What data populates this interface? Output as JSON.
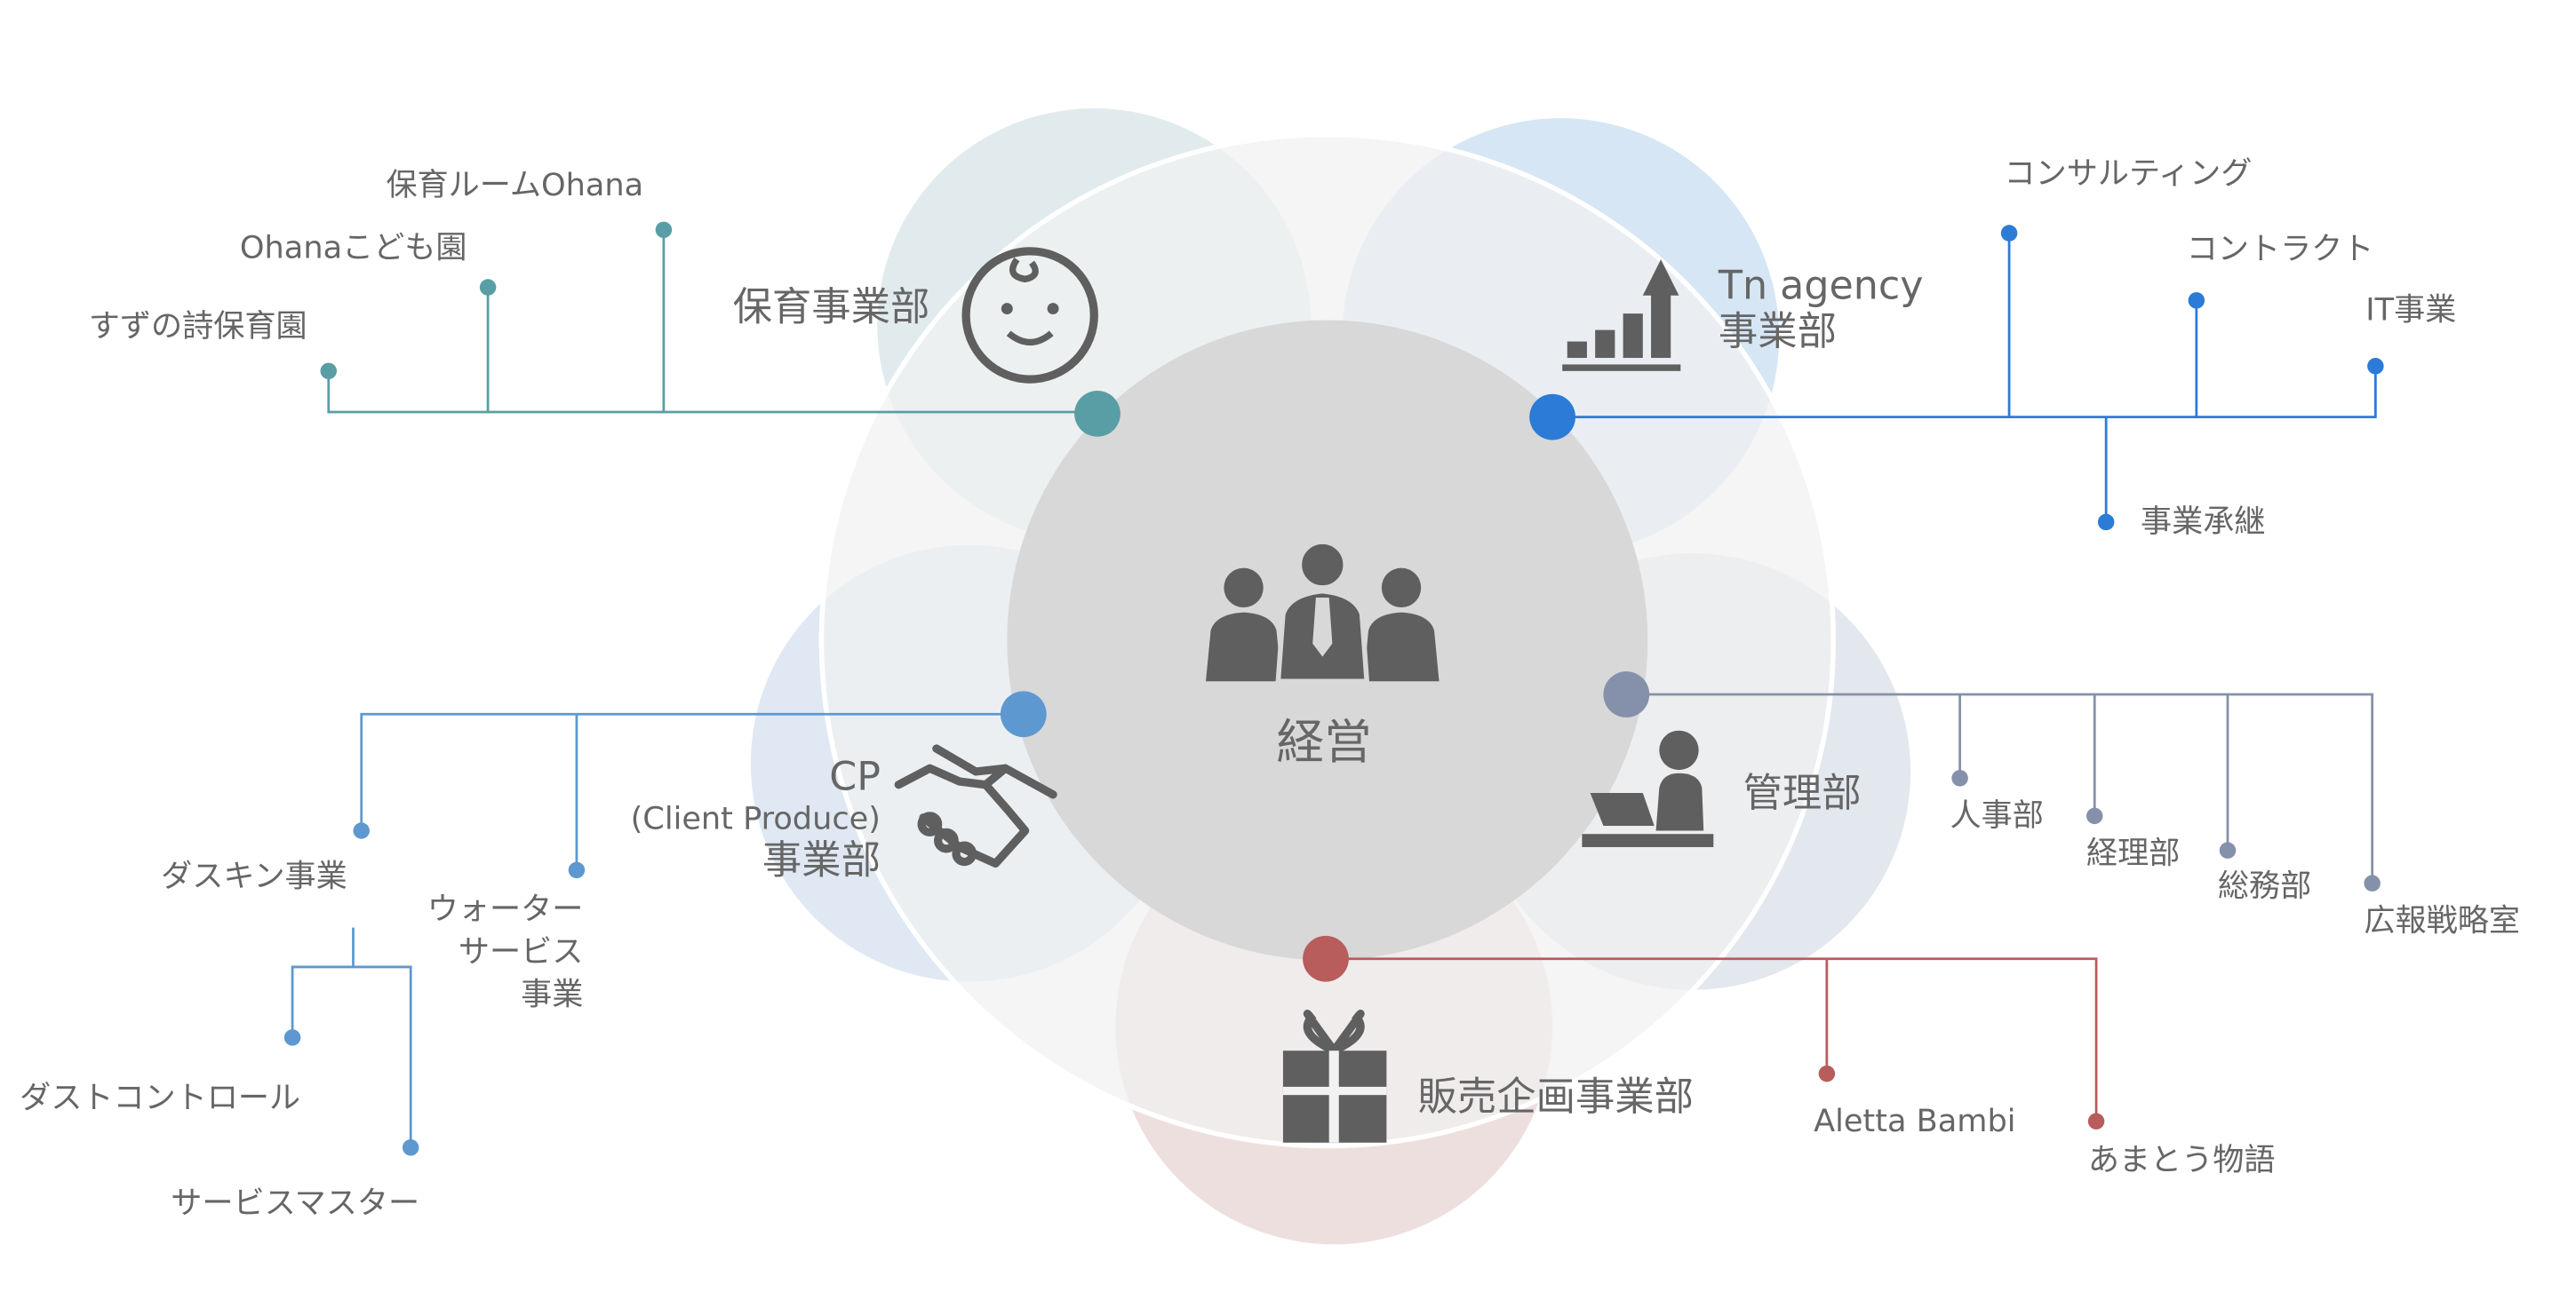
{
  "center": {
    "label": "経営"
  },
  "colors": {
    "hoiku": "#5a9ea5",
    "tn": "#2c7bd6",
    "cp": "#5e98d0",
    "kanri": "#8591aa",
    "hanbai": "#b85c5c",
    "icon": "#5f5f5f",
    "text": "#666666"
  },
  "divisions": {
    "hoiku": {
      "name": "保育事業部",
      "icon": "baby-face-icon",
      "items": [
        "すずの詩保育園",
        "Ohanaこども園",
        "保育ルームOhana"
      ]
    },
    "tn": {
      "name_line1": "Tn agency",
      "name_line2": "事業部",
      "icon": "growth-chart-icon",
      "items": [
        "コンサルティング",
        "コントラクト",
        "IT事業",
        "事業承継"
      ]
    },
    "cp": {
      "name_line1": "CP",
      "name_line2": "(Client Produce)",
      "name_line3": "事業部",
      "icon": "handshake-icon",
      "items": {
        "duskin": "ダスキン事業",
        "water_line1": "ウォーター",
        "water_line2": "サービス",
        "water_line3": "事業",
        "dust_control": "ダストコントロール",
        "service_master": "サービスマスター"
      }
    },
    "kanri": {
      "name": "管理部",
      "icon": "office-worker-icon",
      "items": [
        "人事部",
        "経理部",
        "総務部",
        "広報戦略室"
      ]
    },
    "hanbai": {
      "name": "販売企画事業部",
      "icon": "gift-box-icon",
      "items": [
        "Aletta Bambi",
        "あまとう物語"
      ]
    }
  }
}
